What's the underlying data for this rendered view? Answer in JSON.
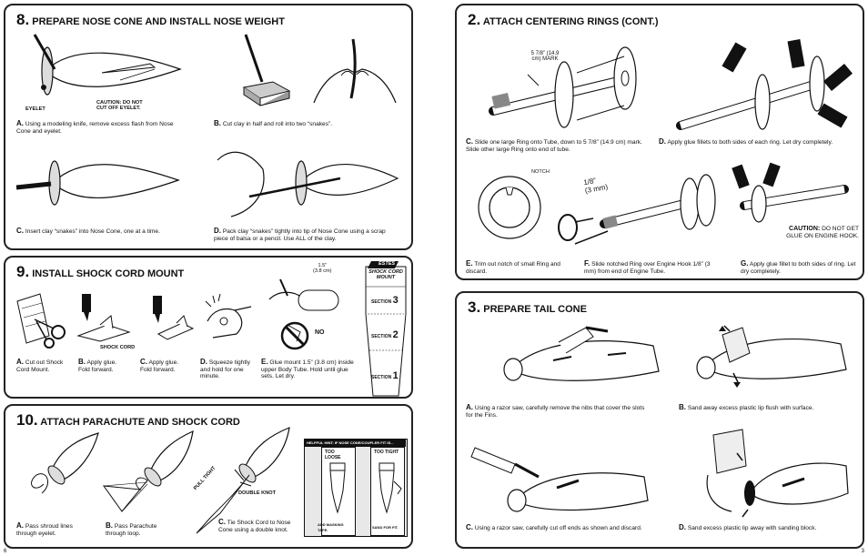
{
  "left_page": {
    "page_number": "6",
    "step8": {
      "number": "8.",
      "title": "PREPARE NOSE CONE AND INSTALL NOSE WEIGHT",
      "labels": {
        "eyelet": "EYELET",
        "caution": "CAUTION: DO NOT CUT OFF EYELET."
      },
      "captions": [
        {
          "letter": "A.",
          "text": "Using a modeling knife, remove excess flash from Nose Cone and eyelet."
        },
        {
          "letter": "B.",
          "text": "Cut clay in half and roll into two “snakes”."
        },
        {
          "letter": "C.",
          "text": "Insert clay “snakes” into Nose Cone, one at a time."
        },
        {
          "letter": "D.",
          "text": "Pack clay “snakes” tightly into tip of Nose Cone using a scrap piece of balsa or a pencil. Use ALL of the clay."
        }
      ]
    },
    "step9": {
      "number": "9.",
      "title": "INSTALL SHOCK CORD MOUNT",
      "labels": {
        "shock_cord": "SHOCK CORD",
        "no": "NO",
        "dim": "1.5”",
        "dim_cm": "(3.8 cm)"
      },
      "captions": [
        {
          "letter": "A.",
          "text": "Cut out Shock Cord Mount."
        },
        {
          "letter": "B.",
          "text": "Apply glue. Fold forward."
        },
        {
          "letter": "C.",
          "text": "Apply glue. Fold forward."
        },
        {
          "letter": "D.",
          "text": "Squeeze tightly and hold for one minute."
        },
        {
          "letter": "E.",
          "text": "Glue mount 1.5” (3.8 cm) inside upper Body Tube. Hold until glue sets. Let dry."
        }
      ],
      "mount": {
        "logo": "ESTES",
        "title": "SHOCK CORD MOUNT",
        "sections": [
          {
            "word": "SECTION",
            "num": "3"
          },
          {
            "word": "SECTION",
            "num": "2"
          },
          {
            "word": "SECTION",
            "num": "1"
          }
        ]
      }
    },
    "step10": {
      "number": "10.",
      "title": "ATTACH PARACHUTE AND SHOCK CORD",
      "labels": {
        "pull_tight": "PULL TIGHT",
        "double_knot": "DOUBLE KNOT"
      },
      "captions": [
        {
          "letter": "A.",
          "text": "Pass shroud lines through eyelet."
        },
        {
          "letter": "B.",
          "text": "Pass Parachute through loop."
        },
        {
          "letter": "C.",
          "text": "Tie Shock Cord to Nose Cone using a double knot."
        }
      ],
      "hint": {
        "header": "HELPFUL HINT: IF NOSE CONE/COUPLER FIT IS...",
        "too_loose": "TOO LOOSE",
        "too_tight": "TOO TIGHT",
        "add": "ADD MASKING TAPE.",
        "sand": "SAND FOR FIT."
      }
    }
  },
  "right_page": {
    "page_number": "3",
    "step2": {
      "number": "2.",
      "title": "ATTACH CENTERING RINGS (CONT.)",
      "labels": {
        "mark": "5 7/8” (14.9 cm) MARK",
        "notch": "NOTCH",
        "dim": "1/8”",
        "dim_mm": "(3 mm)"
      },
      "caution_lead": "CAUTION:",
      "caution_text": "DO NOT GET GLUE ON ENGINE HOOK.",
      "captions": [
        {
          "letter": "C.",
          "text": "Slide one large Ring onto Tube, down to 5 7/8” (14.9 cm) mark. Slide other large Ring onto end of tube."
        },
        {
          "letter": "D.",
          "text": "Apply glue fillets to both sides of each ring. Let dry completely."
        },
        {
          "letter": "E.",
          "text": "Trim out notch of small Ring and discard."
        },
        {
          "letter": "F.",
          "text": "Slide notched Ring over Engine Hook 1/8” (3 mm) from end of Engine Tube."
        },
        {
          "letter": "G.",
          "text": "Apply glue fillet to both sides of ring. Let dry completely."
        }
      ]
    },
    "step3": {
      "number": "3.",
      "title": "PREPARE TAIL CONE",
      "captions": [
        {
          "letter": "A.",
          "text": "Using a razor saw, carefully remove the nibs that cover the slots for the Fins."
        },
        {
          "letter": "B.",
          "text": "Sand away excess plastic lip flush with surface."
        },
        {
          "letter": "C.",
          "text": "Using a razor saw, carefully cut off ends as shown and discard."
        },
        {
          "letter": "D.",
          "text": "Sand excess plastic lip away with sanding block."
        }
      ]
    }
  }
}
